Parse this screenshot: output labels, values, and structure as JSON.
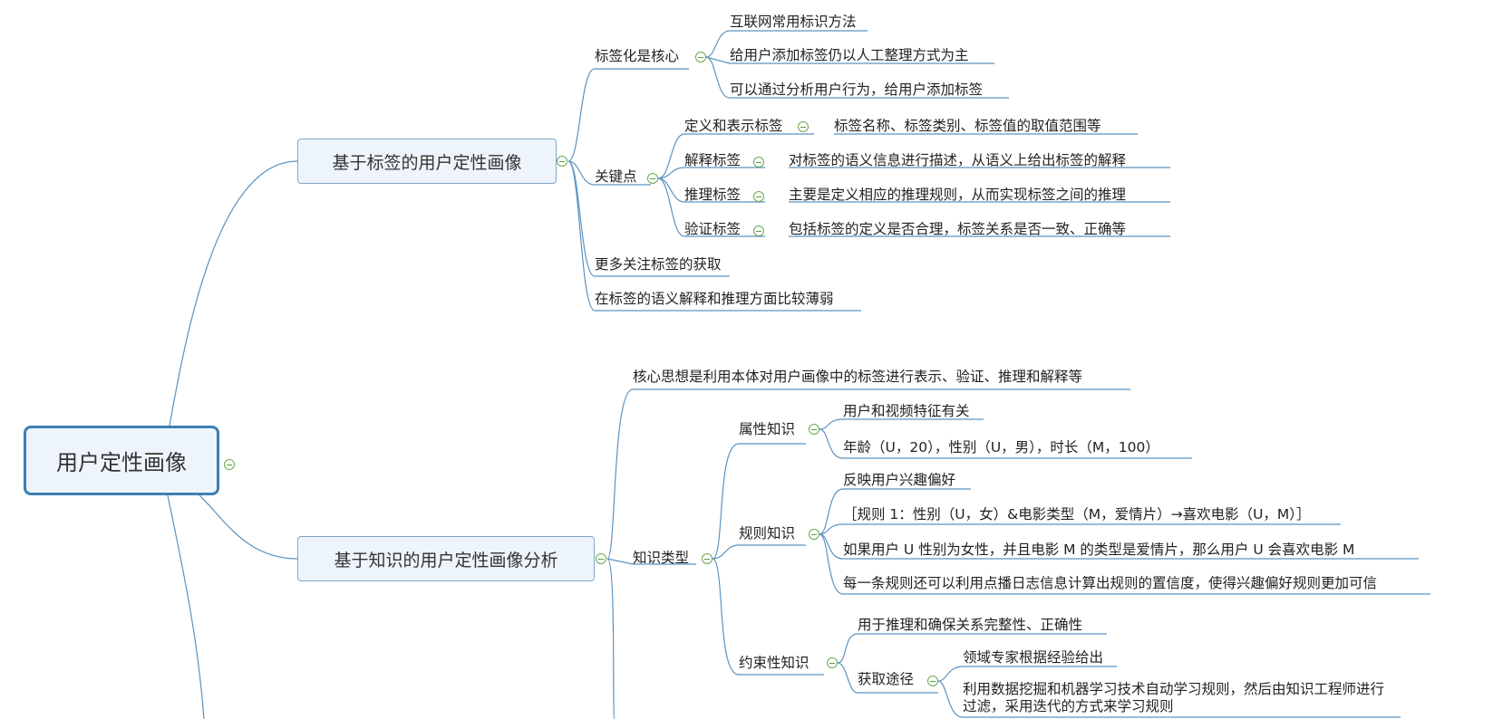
{
  "root": "用户定性画像",
  "branch1": {
    "title": "基于标签的用户定性画像",
    "core": "标签化是核心",
    "core_items": [
      "互联网常用标识方法",
      "给用户添加标签仍以人工整理方式为主",
      "可以通过分析用户行为，给用户添加标签"
    ],
    "key": "关键点",
    "key_items": [
      {
        "label": "定义和表示标签",
        "detail": "标签名称、标签类别、标签值的取值范围等"
      },
      {
        "label": "解释标签",
        "detail": "对标签的语义信息进行描述，从语义上给出标签的解释"
      },
      {
        "label": "推理标签",
        "detail": "主要是定义相应的推理规则，从而实现标签之间的推理"
      },
      {
        "label": "验证标签",
        "detail": "包括标签的定义是否合理，标签关系是否一致、正确等"
      }
    ],
    "more": "更多关注标签的获取",
    "weak": "在标签的语义解释和推理方面比较薄弱"
  },
  "branch2": {
    "title": "基于知识的用户定性画像分析",
    "core": "核心思想是利用本体对用户画像中的标签进行表示、验证、推理和解释等",
    "types": "知识类型",
    "attr": "属性知识",
    "attr_items": [
      "用户和视频特征有关",
      "年龄（U，20），性别（U，男），时长（M，100）"
    ],
    "rule": "规则知识",
    "rule_items": [
      "反映用户兴趣偏好",
      "［规则 1：性别（U，女）&电影类型（M，爱情片）→喜欢电影（U，M）］",
      "如果用户 U 性别为女性，并且电影 M 的类型是爱情片，那么用户 U 会喜欢电影 M",
      "每一条规则还可以利用点播日志信息计算出规则的置信度，使得兴趣偏好规则更加可信"
    ],
    "constraint": "约束性知识",
    "constraint_use": "用于推理和确保关系完整性、正确性",
    "acquire": "获取途径",
    "acquire_items": [
      "领域专家根据经验给出",
      "利用数据挖掘和机器学习技术自动学习规则，然后由知识工程师进行过滤，采用迭代的方式来学习规则"
    ]
  },
  "colors": {
    "line": "#5b93c2",
    "root_border": "#3c7fb1",
    "node_fill": "#eef4fb",
    "toggle": "#6aa84f"
  }
}
